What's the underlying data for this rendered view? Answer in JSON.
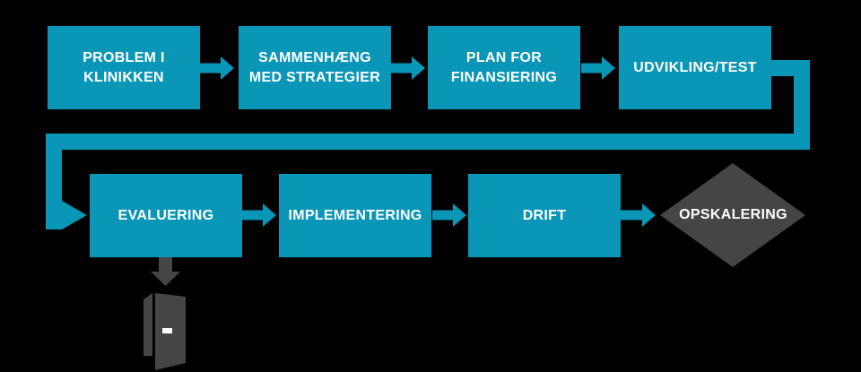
{
  "colors": {
    "teal": "#0a96b7",
    "dark_gray": "#464544",
    "label_text": "#ffffff",
    "background": "#000000",
    "door_handle": "#ffffff"
  },
  "flow": {
    "steps": [
      {
        "id": "problem-i-klinikken",
        "label": "PROBLEM I\nKLINIKKEN"
      },
      {
        "id": "sammenhaeng-med-strategier",
        "label": "SAMMENHÆNG\nMED STRATEGIER"
      },
      {
        "id": "plan-for-finansiering",
        "label": "PLAN FOR\nFINANSIERING"
      },
      {
        "id": "udvikling-test",
        "label": "UDVIKLING/TEST"
      },
      {
        "id": "evaluering",
        "label": "EVALUERING"
      },
      {
        "id": "implementering",
        "label": "IMPLEMENTERING"
      },
      {
        "id": "drift",
        "label": "DRIFT"
      }
    ],
    "decision": {
      "id": "opskalering",
      "label": "OPSKALERING"
    },
    "icons": [
      {
        "name": "arrow-right-icon"
      },
      {
        "name": "feedback-connector"
      },
      {
        "name": "arrow-down-icon"
      },
      {
        "name": "open-door-icon"
      },
      {
        "name": "decision-diamond"
      }
    ]
  }
}
